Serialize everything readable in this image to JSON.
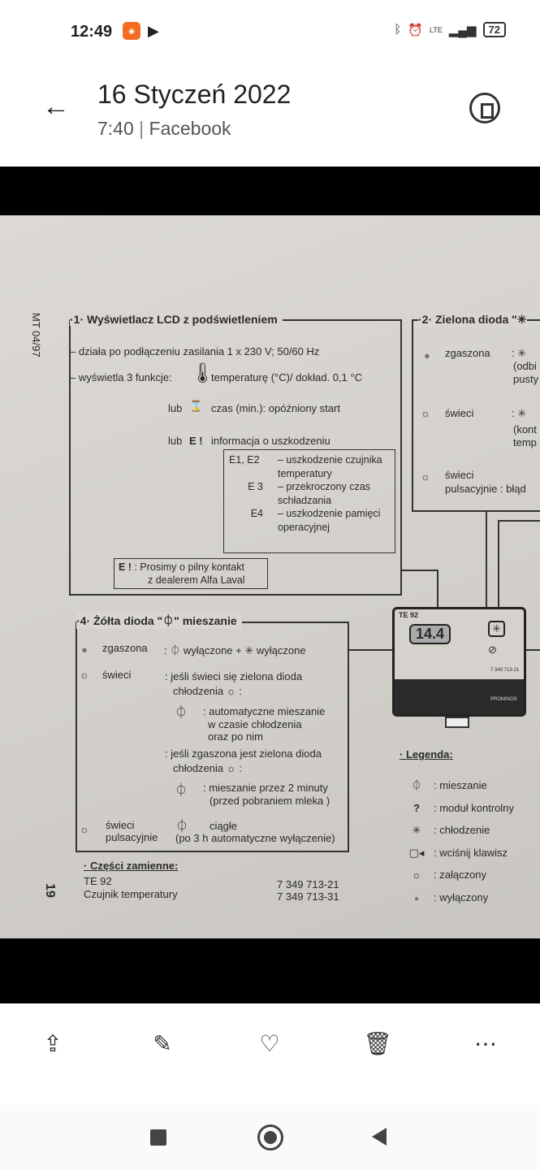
{
  "status_bar": {
    "time": "12:49",
    "battery": "72",
    "network": "LTE"
  },
  "header": {
    "title": "16 Styczeń 2022",
    "time": "7:40",
    "source": "Facebook"
  },
  "document": {
    "side_label": "MT 04/97",
    "page_number": "19",
    "section1": {
      "title": "·1· Wyświetlacz LCD z podświetleniem",
      "line1": "– działa po podłączeniu zasilania 1 x 230 V; 50/60 Hz",
      "line2": "– wyświetla 3 funkcje:",
      "temp": "temperaturę (°C)/ dokład. 0,1 °C",
      "lub1": "lub",
      "time": "czas (min.): opóźniony start",
      "lub2": "lub",
      "e_mark": "E !",
      "error_info": "informacja o uszkodzeniu",
      "errors": [
        {
          "code": "E1, E2",
          "desc": "– uszkodzenie czujnika temperatury"
        },
        {
          "code": "E 3",
          "desc": "– przekroczony czas schładzania"
        },
        {
          "code": "E4",
          "desc": "– uszkodzenie pamięci operacyjnej"
        }
      ],
      "contact_e": "E !",
      "contact1": ": Prosimy o pilny kontakt",
      "contact2": "z dealerem Alfa Laval"
    },
    "section2": {
      "title": "·2· Zielona dioda \"✳",
      "off": "zgaszona",
      "off_desc": ": ✳",
      "off_desc2": "(odbi",
      "off_desc3": "pusty",
      "on": "świeci",
      "on_desc": ": ✳",
      "on_desc2": "(kont",
      "on_desc3": "temp",
      "pulse1": "świeci",
      "pulse2": "pulsacyjnie : błąd"
    },
    "device": {
      "model": "TE 92",
      "display": "14.4",
      "part": "7 349 713-21",
      "brand": "PROMINOS"
    },
    "section4": {
      "title_a": "·4· Żółta dioda \"",
      "title_b": "\" mieszanie",
      "off": "zgaszona",
      "off_desc": ": ⏀ wyłączone + ✳ wyłączone",
      "on": "świeci",
      "on1": ": jeśli świeci się zielona dioda",
      "on2": "chłodzenia ☼ :",
      "on3": ": automatyczne mieszanie",
      "on4": "w czasie chłodzenia",
      "on5": "oraz po nim",
      "on6": ": jeśli zgaszona jest zielona dioda",
      "on7": "chłodzenia ☼ :",
      "on8": ": mieszanie przez 2 minuty",
      "on9": "(przed pobraniem mleka )",
      "pulse1": "świeci",
      "pulse2": "pulsacyjnie",
      "pulse3": "ciągłe",
      "pulse4": "(po 3 h automatyczne wyłączenie)"
    },
    "parts": {
      "title": "· Części zamienne:",
      "items": [
        {
          "name": "TE 92",
          "code": "7 349 713-21"
        },
        {
          "name": "Czujnik temperatury",
          "code": "7 349 713-31"
        }
      ]
    },
    "legend": {
      "title": "· Legenda:",
      "items": [
        {
          "icon": "⏀",
          "label": ": mieszanie"
        },
        {
          "icon": "?",
          "label": ": moduł kontrolny"
        },
        {
          "icon": "✳",
          "label": ": chłodzenie"
        },
        {
          "icon": "▢◂",
          "label": ": wciśnij klawisz"
        },
        {
          "icon": "☼",
          "label": ": załączony"
        },
        {
          "icon": "●",
          "label": ": wyłączony"
        }
      ]
    }
  },
  "toolbar": {
    "share": "share",
    "edit": "edit",
    "favorite": "favorite",
    "delete": "delete",
    "more": "more"
  }
}
